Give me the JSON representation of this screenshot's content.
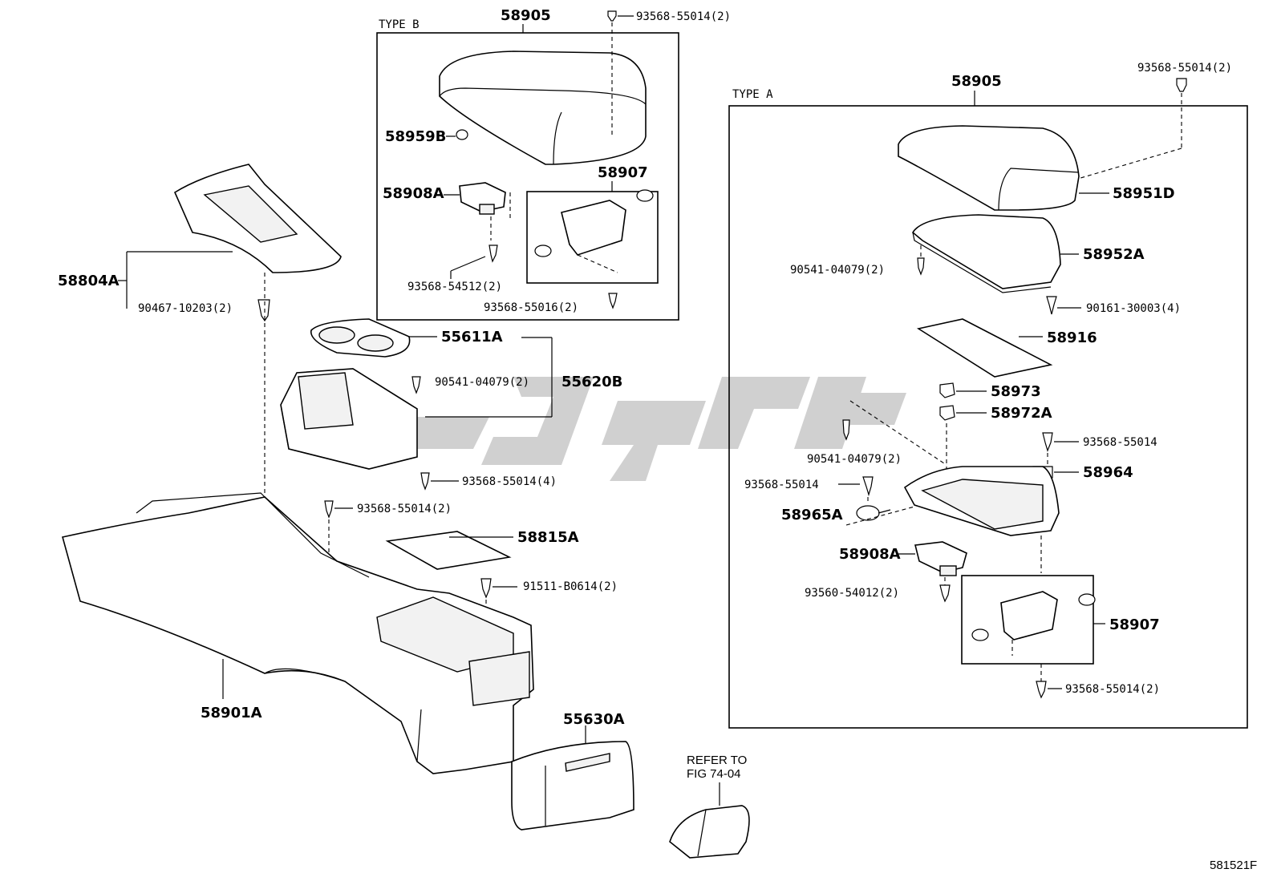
{
  "sections": {
    "type_b": "TYPE B",
    "type_a": "TYPE A"
  },
  "labels": {
    "b_58905": "58905",
    "b_93568_55014_2": "93568-55014(2)",
    "b_58959b": "58959B",
    "b_58908a": "58908A",
    "b_58907": "58907",
    "b_93568_54512_2": "93568-54512(2)",
    "b_93568_55016_2": "93568-55016(2)",
    "l_58804a": "58804A",
    "l_90467_10203_2": "90467-10203(2)",
    "l_55611a": "55611A",
    "l_90541_04079_2": "90541-04079(2)",
    "l_55620b": "55620B",
    "l_93568_55014_4": "93568-55014(4)",
    "l_93568_55014_2": "93568-55014(2)",
    "l_58815a": "58815A",
    "l_91511_b0614_2": "91511-B0614(2)",
    "l_58901a": "58901A",
    "l_55630a": "55630A",
    "refer_line1": "REFER TO",
    "refer_line2": "FIG 74-04",
    "a_58905": "58905",
    "a_93568_55014_2_top": "93568-55014(2)",
    "a_58951d": "58951D",
    "a_90541_04079_2_top": "90541-04079(2)",
    "a_58952a": "58952A",
    "a_90161_30003_4": "90161-30003(4)",
    "a_58916": "58916",
    "a_58973": "58973",
    "a_58972a": "58972A",
    "a_93568_55014_right": "93568-55014",
    "a_90541_04079_2_mid": "90541-04079(2)",
    "a_58964": "58964",
    "a_93568_55014_left": "93568-55014",
    "a_58965a": "58965A",
    "a_58908a": "58908A",
    "a_93560_54012_2": "93560-54012(2)",
    "a_58907": "58907",
    "a_93568_55014_2_bottom": "93568-55014(2)",
    "figure_id": "581521F"
  },
  "colors": {
    "line": "#000000",
    "background": "#ffffff",
    "watermark": "#c8c8c8"
  }
}
